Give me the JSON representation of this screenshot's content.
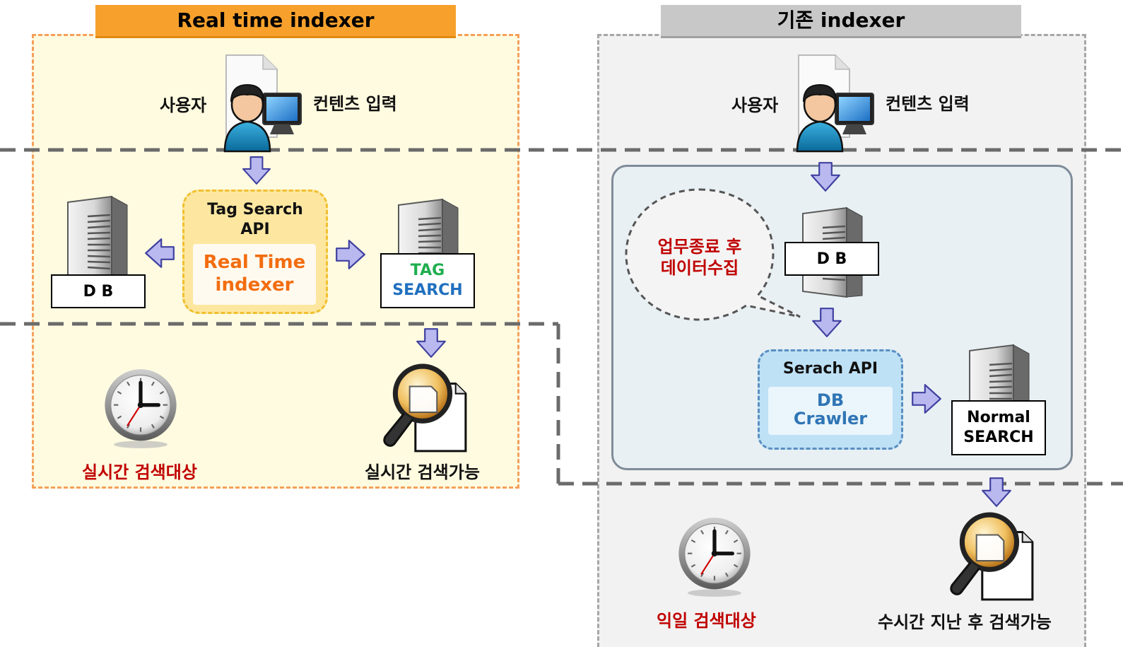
{
  "left": {
    "header": "Real time indexer",
    "user_label": "사용자",
    "input_label": "컨텐츠 입력",
    "api": {
      "title": "Tag Search\nAPI",
      "inner": "Real Time\nindexer"
    },
    "db_label": "D B",
    "tag_search": {
      "line1": "TAG",
      "line2": "SEARCH"
    },
    "clock_label": "실시간 검색대상",
    "search_label": "실시간 검색가능"
  },
  "right": {
    "header": "기존 indexer",
    "user_label": "사용자",
    "input_label": "컨텐츠 입력",
    "bubble": "업무종료 후\n데이터수집",
    "db_label": "D B",
    "api": {
      "title": "Serach API",
      "inner": "DB\nCrawler"
    },
    "normal_search": "Normal\nSEARCH",
    "clock_label": "익일 검색대상",
    "search_label": "수시간 지난 후 검색가능"
  },
  "colors": {
    "orange_header": "#f7a12c",
    "gray_header": "#c8c8c8",
    "left_panel_bg": "#fefbe0",
    "left_panel_border": "#f5a05a",
    "right_panel_bg": "#f2f2f2",
    "inner_panel_bg": "#e8f0f4",
    "arrow_fill": "#b9b9f0",
    "arrow_stroke": "#4040a0",
    "tag_green": "#1fae4f",
    "search_blue": "#1f6fbf",
    "accent_orange": "#f26d0f",
    "accent_red": "#c00000"
  },
  "icons": [
    "user-computer-icon",
    "server-icon",
    "clock-icon",
    "magnifier-document-icon",
    "block-arrow-icon"
  ]
}
